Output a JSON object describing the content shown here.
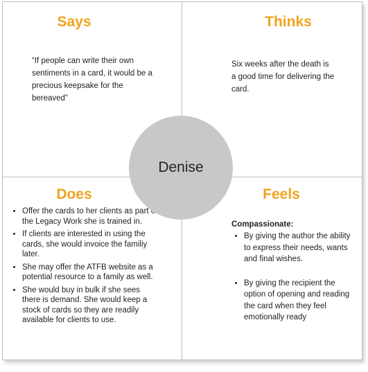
{
  "center": {
    "label": "Denise"
  },
  "says": {
    "heading": "Says",
    "text": "“If people can write their own sentiments in a card, it would be a precious keepsake for the bereaved”"
  },
  "thinks": {
    "heading": "Thinks",
    "text": "Six weeks after the death is a good time for delivering the card."
  },
  "does": {
    "heading": "Does",
    "items": [
      "Offer the cards to her clients as part of the Legacy Work she is trained in.",
      "If clients are interested in using the cards, she would invoice the familiy later.",
      "She may offer the ATFB website as a potential resource to a family as well.",
      "She would buy in bulk if she sees there is demand. She would keep a stock of cards so they are readily available for clients to use."
    ]
  },
  "feels": {
    "heading": "Feels",
    "subheading": "Compassionate:",
    "items": [
      "By giving the author the ability to express their needs, wants and final wishes.",
      "By giving the recipient the option of opening and reading the card when they feel emotionally ready"
    ]
  }
}
